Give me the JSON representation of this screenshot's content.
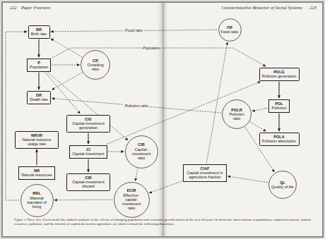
{
  "diagram": {
    "caption": "Figure 1  These five levels model the author's analysis of the effects of changing population and economic growth factors in the next 50 years. It shows the interrelations of population, capital investment, natural resources, pollution, and the fraction of capital devoted to agriculture on which is based the following discussion.",
    "nodes": [
      {
        "text": [
          "BR",
          "Birth rate"
        ]
      },
      {
        "text": [
          "P",
          "Population"
        ]
      },
      {
        "text": [
          "DR",
          "Death rate"
        ]
      },
      {
        "text": [
          "CR",
          "Crowding ratio"
        ]
      },
      {
        "text": [
          "CIG",
          "Capital-investment generation"
        ]
      },
      {
        "text": [
          "CI",
          "Capital investment"
        ]
      },
      {
        "text": [
          "CID",
          "Capital-investment discard"
        ]
      },
      {
        "text": [
          "NRUR",
          "Natural-resource usage rate"
        ]
      },
      {
        "text": [
          "NR",
          "Natural resources"
        ]
      },
      {
        "text": [
          "MSL",
          "Material standard of living"
        ]
      },
      {
        "text": [
          "CIR",
          "Capital-investment ratio"
        ]
      },
      {
        "text": [
          "ECIR",
          "Effective-capital-investment ratio"
        ]
      },
      {
        "text": [
          "FR",
          "Food ratio"
        ]
      },
      {
        "text": [
          "POLG",
          "Pollution generation"
        ]
      },
      {
        "text": [
          "POL",
          "Pollution"
        ]
      },
      {
        "text": [
          "POLA",
          "Pollution absorption"
        ]
      },
      {
        "text": [
          "POLR",
          "Pollution ratio"
        ]
      },
      {
        "text": [
          "CIAF",
          "Capital investment in agriculture fraction"
        ]
      },
      {
        "text": [
          "QL",
          "Quality of life"
        ]
      }
    ],
    "edges": [
      {
        "from": 0,
        "to": 1,
        "arrow": "to"
      },
      {
        "from": 1,
        "to": 2,
        "arrow": "to"
      },
      {
        "from": 1,
        "to": 3,
        "arrow": "to"
      },
      {
        "from": 3,
        "to": 0,
        "arrow": "to"
      },
      {
        "from": 3,
        "to": 2,
        "arrow": "to"
      },
      {
        "from": 4,
        "to": 5,
        "arrow": "to"
      },
      {
        "from": 5,
        "to": 6,
        "arrow": "to"
      },
      {
        "from": 1,
        "to": 4,
        "arrow": "to"
      },
      {
        "from": 8,
        "to": 7,
        "arrow": "to"
      },
      {
        "from": 5,
        "to": 10,
        "arrow": "to"
      },
      {
        "from": 1,
        "to": 10,
        "arrow": "to"
      },
      {
        "from": 10,
        "to": 11,
        "arrow": "to"
      },
      {
        "from": 11,
        "to": 9,
        "arrow": "to"
      },
      {
        "from": 9,
        "to": 0,
        "arrow": "to"
      },
      {
        "from": 17,
        "to": 12,
        "arrow": "to"
      },
      {
        "from": 12,
        "to": 0,
        "label": "Food ratio",
        "arrow": "to"
      },
      {
        "from": 13,
        "to": 14,
        "arrow": "to"
      },
      {
        "from": 14,
        "to": 15,
        "arrow": "to"
      },
      {
        "from": 14,
        "to": 16,
        "arrow": "to"
      },
      {
        "from": 16,
        "to": 15,
        "arrow": "to"
      },
      {
        "from": 16,
        "to": 2,
        "label": "Pollution ratio",
        "arrow": "to"
      },
      {
        "from": 1,
        "to": 13,
        "label": "Population",
        "arrow": "to"
      },
      {
        "from": 16,
        "to": 18,
        "arrow": "to"
      },
      {
        "from": 18,
        "to": 17,
        "arrow": "to"
      },
      {
        "from": 17,
        "to": 11,
        "arrow": "to"
      },
      {
        "from": 5,
        "to": 13,
        "arrow": "to"
      }
    ],
    "labels": [
      "222",
      "Paper Fourteen",
      "Counterintuitive Behavior of Social Systems",
      "223"
    ]
  }
}
